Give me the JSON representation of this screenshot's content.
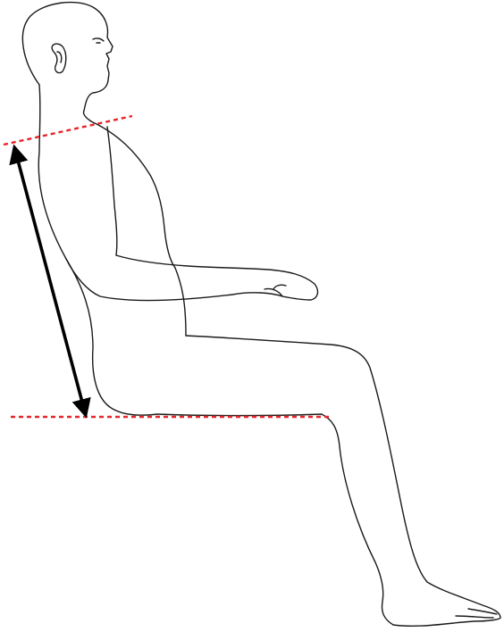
{
  "diagram": {
    "colors": {
      "outline": "#1a1a1a",
      "reference_line": "#e8242a",
      "measurement_arrow": "#000000",
      "background": "#ffffff"
    },
    "elements": [
      "seated-human-figure",
      "shoulder-reference-line",
      "seat-reference-line",
      "double-headed-arrow"
    ]
  }
}
